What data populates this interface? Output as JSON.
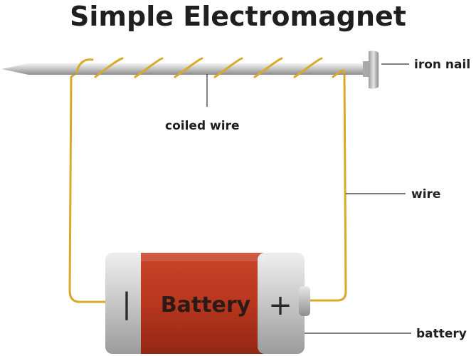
{
  "title": "Simple Electromagnet",
  "labels": {
    "iron_nail": "iron nail",
    "coiled_wire": "coiled wire",
    "wire": "wire",
    "battery": "battery"
  },
  "battery": {
    "text": "Battery",
    "negative": "|",
    "positive": "+"
  },
  "colors": {
    "wire": "#d9a928",
    "battery_body": "#b8371f",
    "battery_cap": "#c9c9c9",
    "nail": "#c4c4c4"
  }
}
